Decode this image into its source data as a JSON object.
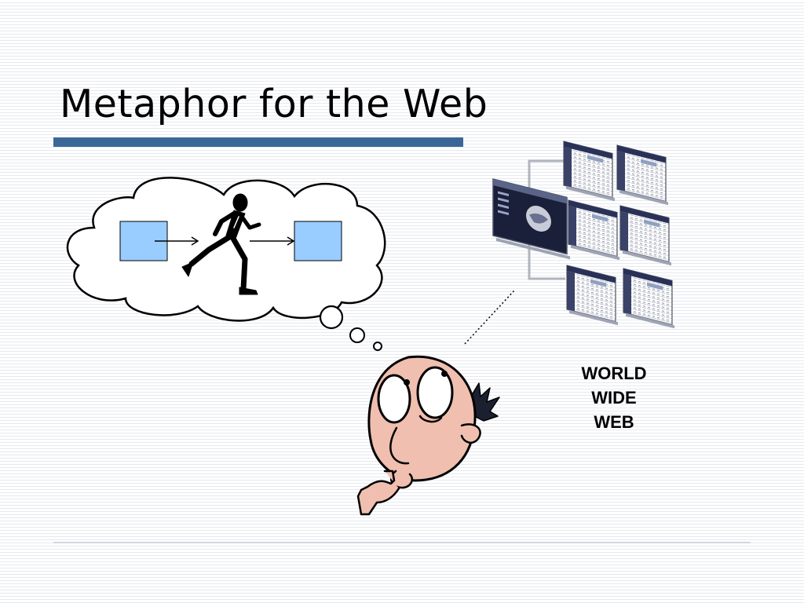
{
  "slide": {
    "title": "Metaphor for the Web",
    "www_label": [
      "WORLD",
      "WIDE",
      "WEB"
    ]
  },
  "colors": {
    "title_rule": "#3a6797",
    "box_fill": "#99ccff",
    "skin": "#f0bfb0",
    "screen_dark": "#1a1f3a"
  },
  "icons": [
    "thought-cloud-icon",
    "runner-icon",
    "thinking-man-icon",
    "web-pages-icon"
  ]
}
